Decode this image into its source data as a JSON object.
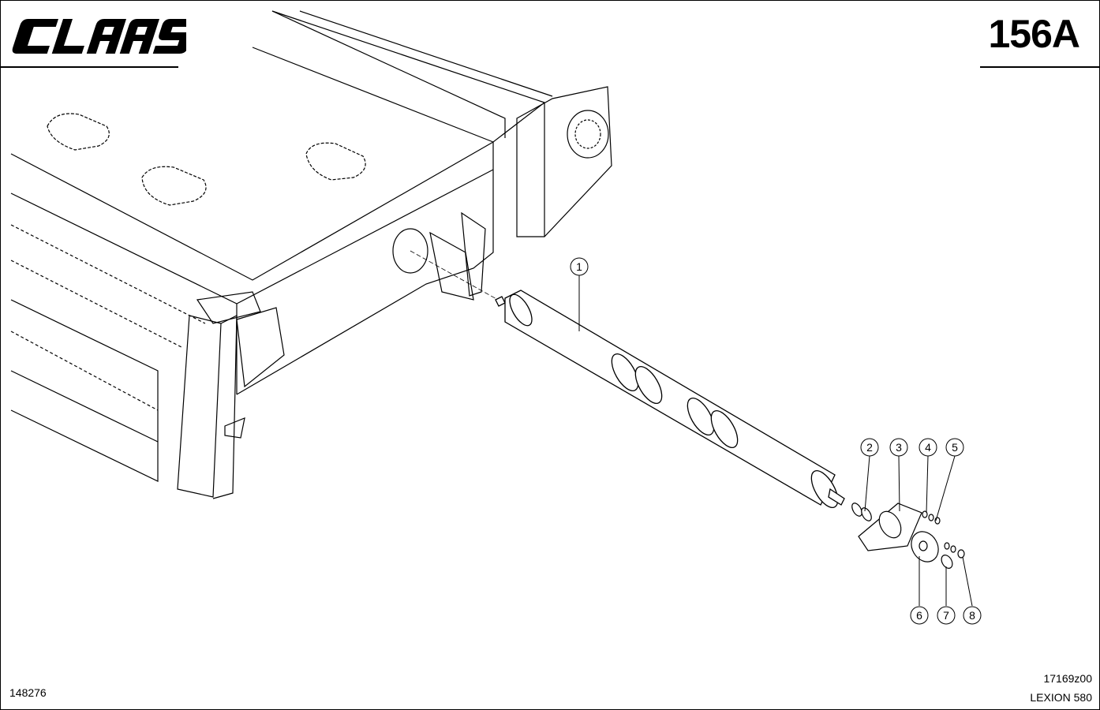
{
  "header": {
    "logo_text": "CLAAS",
    "page_number": "156A"
  },
  "footer": {
    "figure_id": "148276",
    "drawing_id": "17169z00",
    "model": "LEXION 580"
  },
  "callouts": [
    "1",
    "2",
    "3",
    "4",
    "5",
    "6",
    "7",
    "8"
  ]
}
